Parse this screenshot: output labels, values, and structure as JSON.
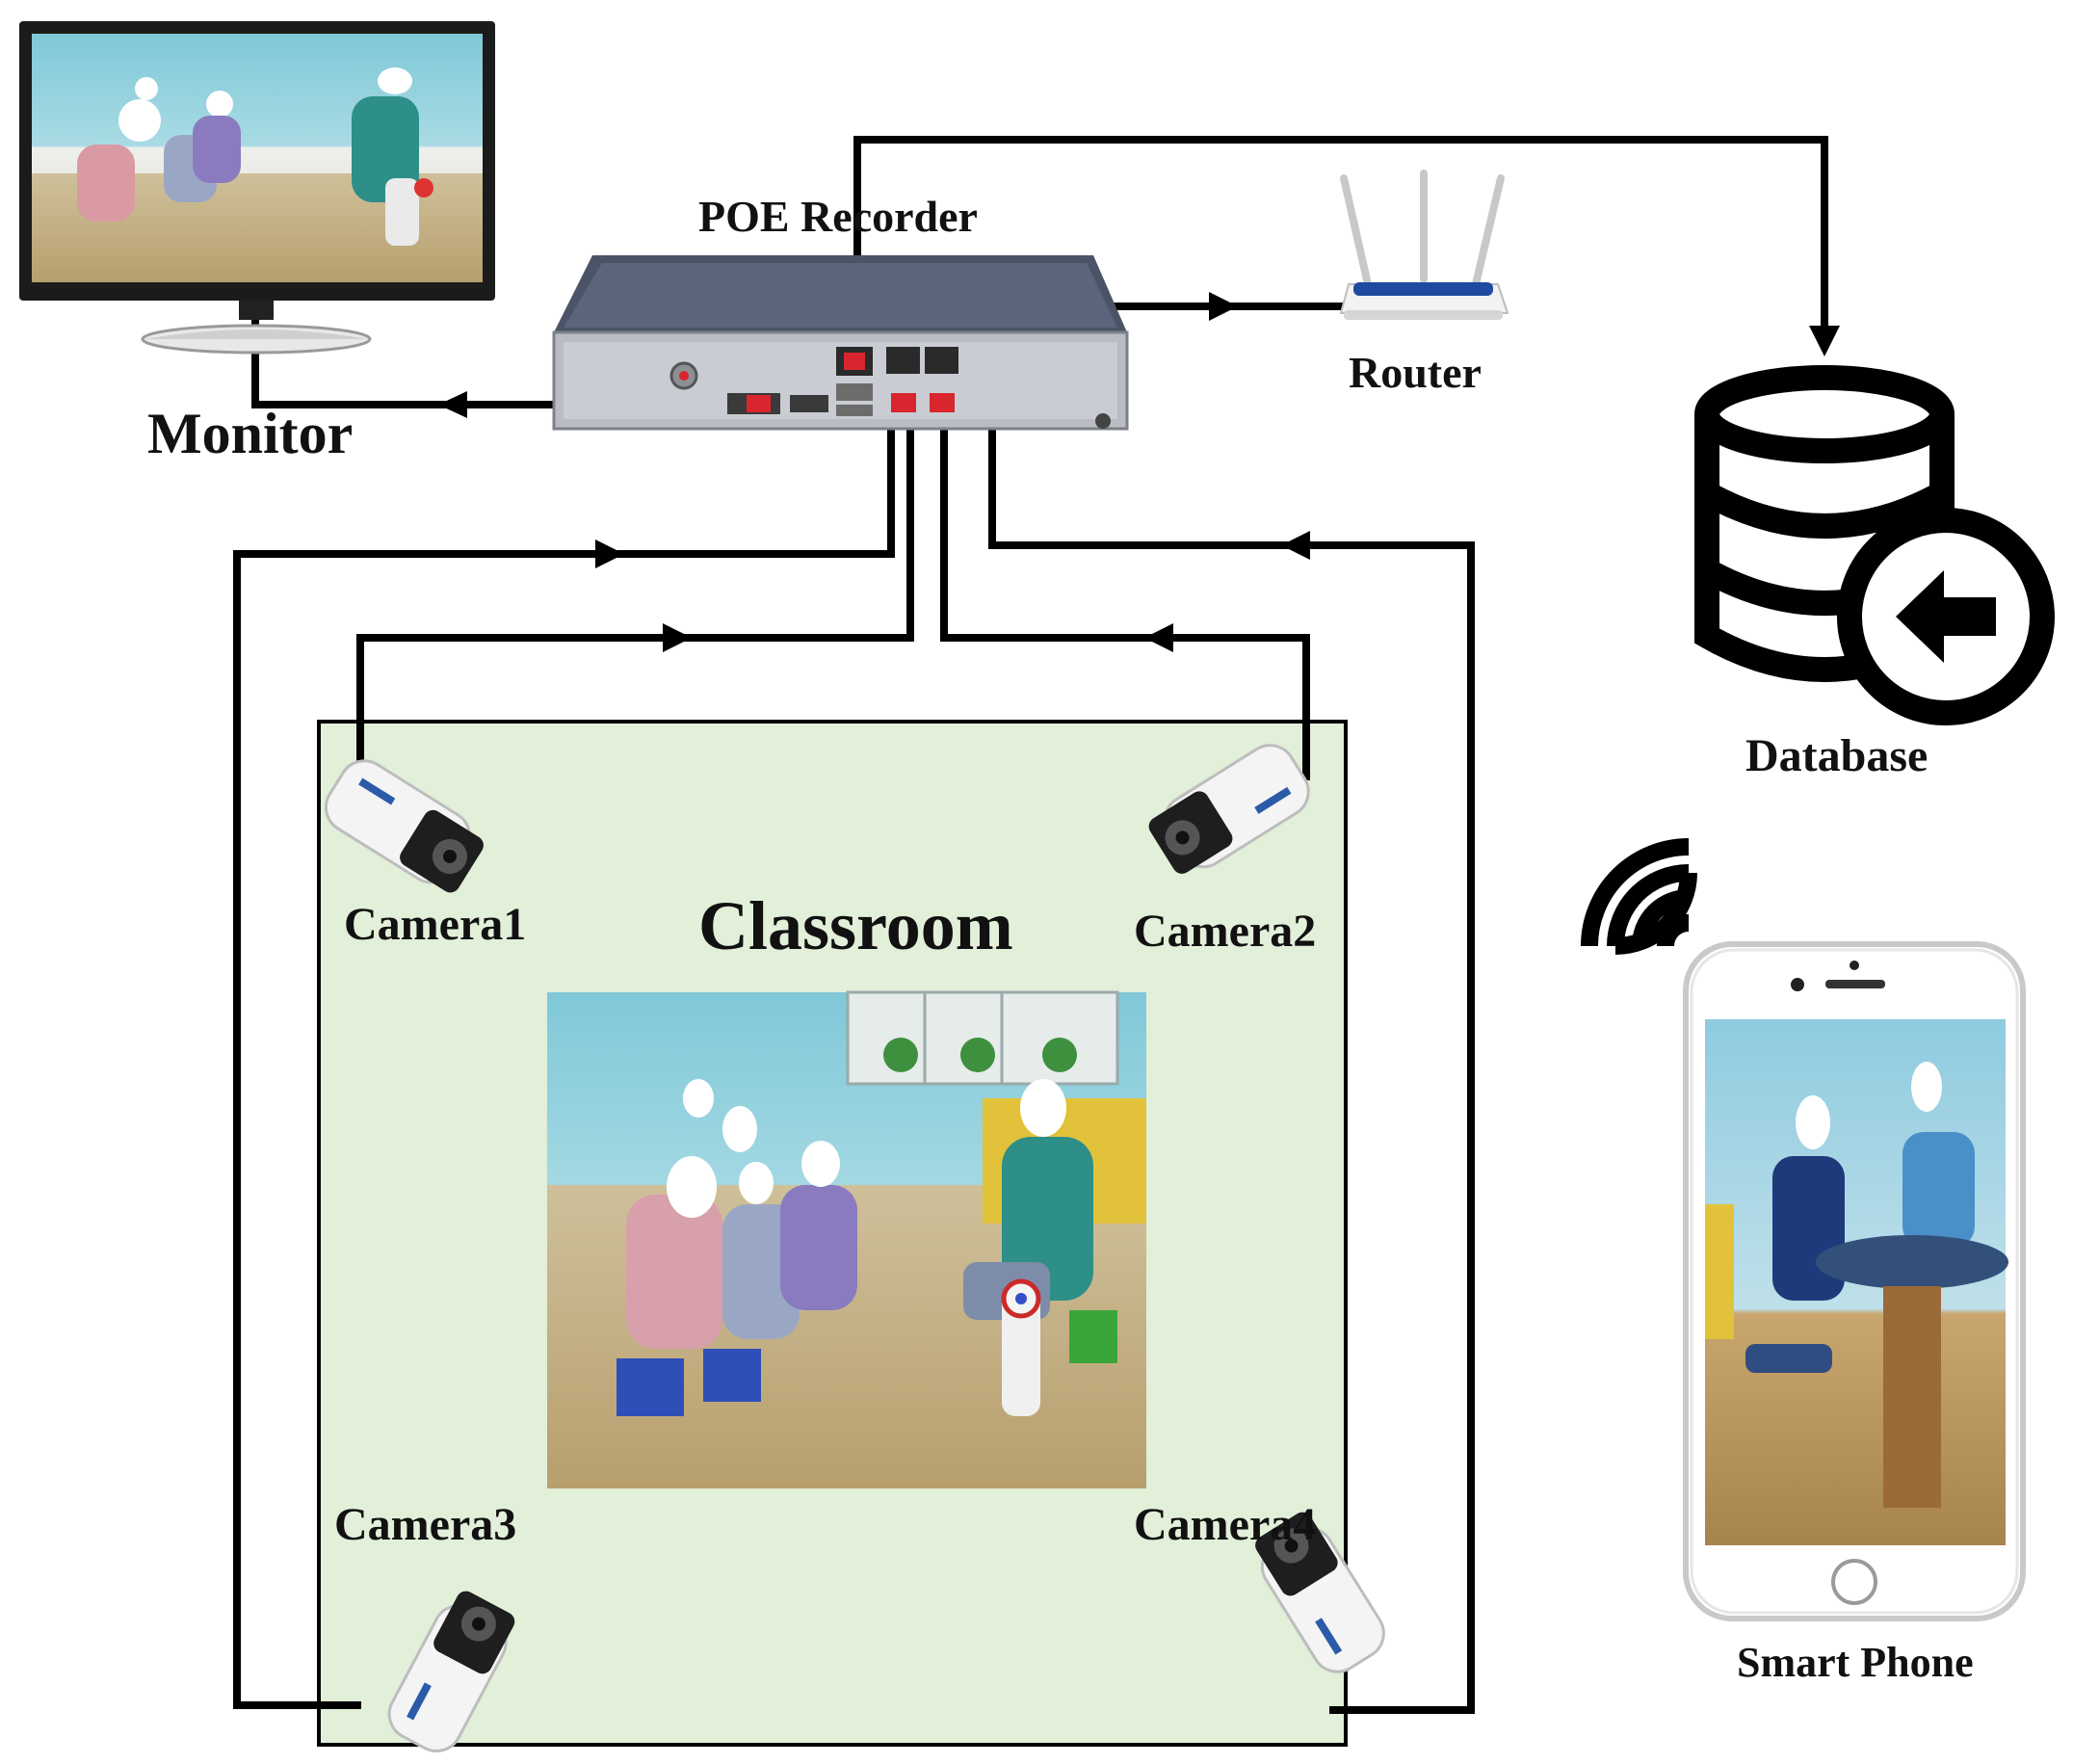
{
  "labels": {
    "monitor": "Monitor",
    "recorder": "POE Recorder",
    "router": "Router",
    "database": "Database",
    "classroom": "Classroom",
    "camera1": "Camera1",
    "camera2": "Camera2",
    "camera3": "Camera3",
    "camera4": "Camera4",
    "phone": "Smart Phone"
  },
  "colors": {
    "classroom_fill": "#e2efd9",
    "wire": "#000000",
    "recorder_body": "#4b5366",
    "recorder_panel": "#b9bcc3",
    "port_red": "#d9262e",
    "router_blue": "#1f4aa0"
  },
  "icons": {
    "monitor": "monitor-icon",
    "recorder": "nvr-recorder-icon",
    "router": "wifi-router-icon",
    "database": "database-import-icon",
    "wifi": "wifi-signal-icon",
    "phone": "smartphone-icon",
    "camera": "bullet-camera-icon"
  }
}
